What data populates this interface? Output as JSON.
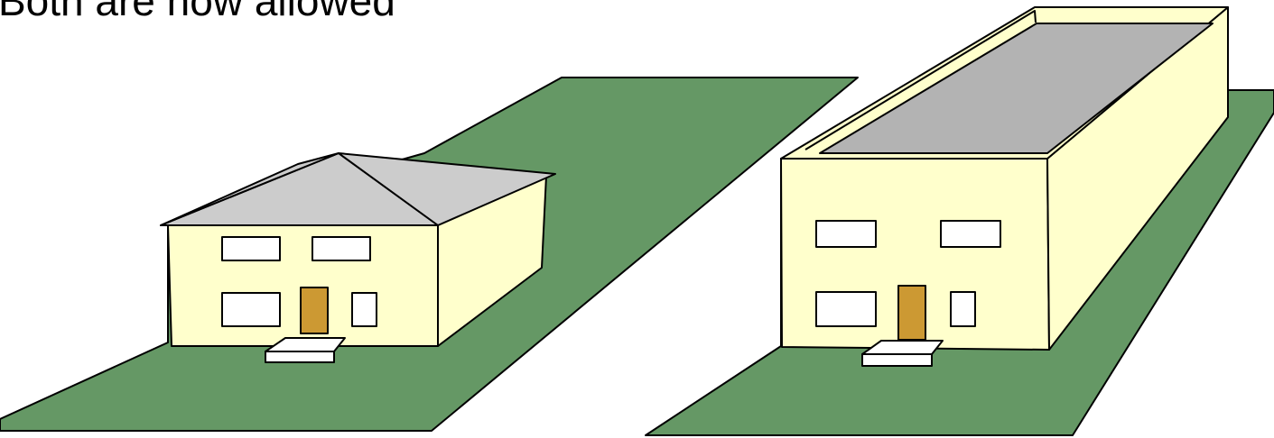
{
  "caption": "Both are now allowed",
  "colors": {
    "lawn": "#659865",
    "wall_front": "#ffffcc",
    "wall_side": "#ffffcc",
    "roof": "#cccccc",
    "flat_roof": "#b3b3b3",
    "door": "#cc9933",
    "window": "#ffffff",
    "step": "#ffffff",
    "outline": "#000000"
  },
  "scenes": [
    {
      "name": "small-house",
      "description_icon": "hip-roof-house-icon"
    },
    {
      "name": "tall-box-building",
      "description_icon": "flat-roof-building-icon"
    }
  ]
}
